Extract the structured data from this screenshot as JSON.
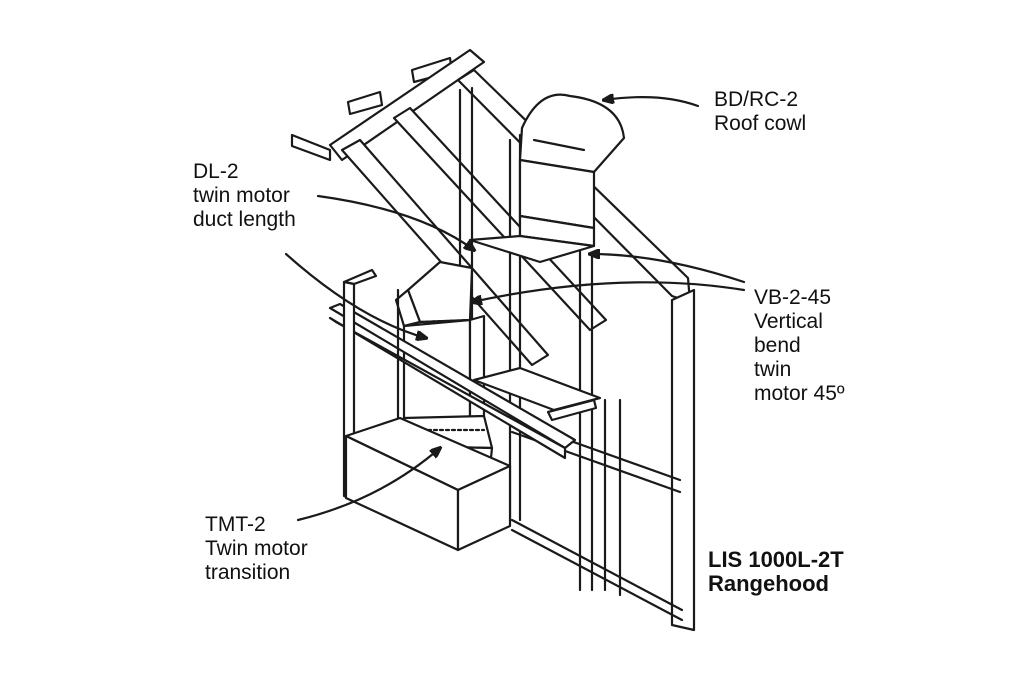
{
  "labels": {
    "roof_cowl": {
      "code": "BD/RC-2",
      "name": "Roof cowl"
    },
    "duct_length": {
      "code": "DL-2",
      "line1": "twin motor",
      "line2": "duct length"
    },
    "vertical_bend": {
      "code": "VB-2-45",
      "line1": "Vertical",
      "line2": "bend",
      "line3": "twin",
      "line4": "motor 45º"
    },
    "transition": {
      "code": "TMT-2",
      "line1": "Twin motor",
      "line2": "transition"
    },
    "model": {
      "line1": "LIS 1000L-2T",
      "line2": "Rangehood"
    }
  }
}
